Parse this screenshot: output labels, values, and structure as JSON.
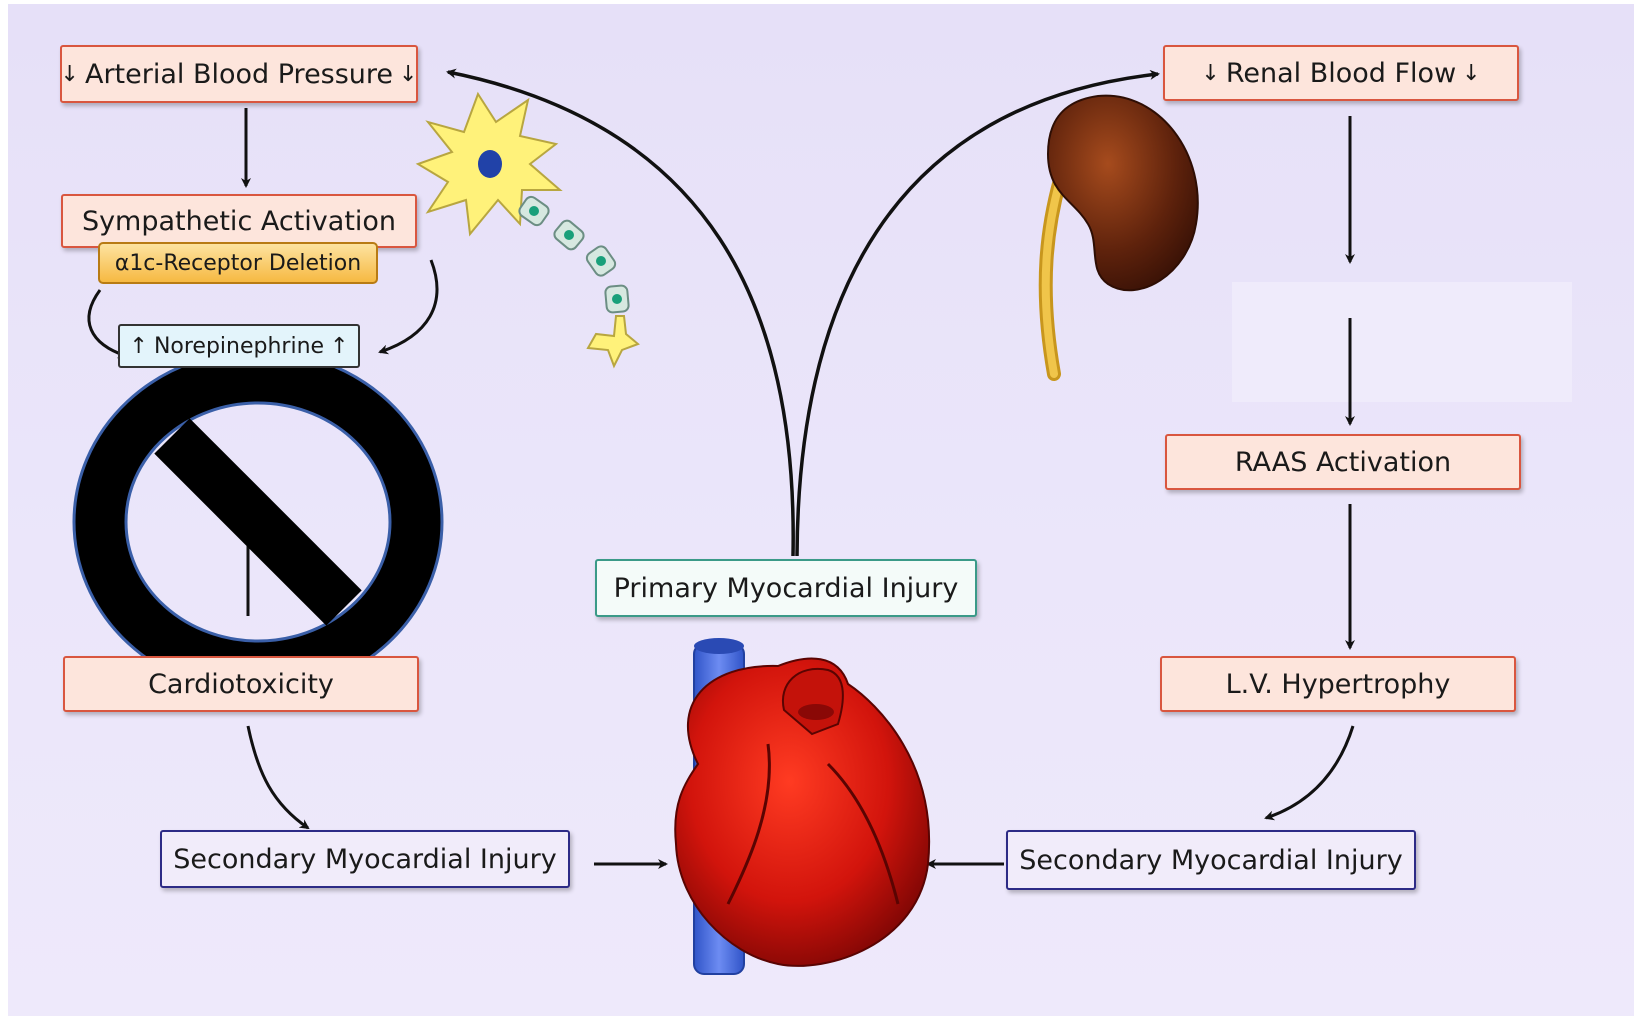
{
  "boxes": {
    "arterial_bp": {
      "label": "Arterial Blood Pressure",
      "prefix": "↓",
      "suffix": "↓"
    },
    "sympathetic": {
      "label": "Sympathetic Activation"
    },
    "receptor": {
      "label": "α1c-Receptor Deletion"
    },
    "norepinephrine": {
      "label": "Norepinephrine",
      "prefix": "↑",
      "suffix": "↑"
    },
    "cardiotoxicity": {
      "label": "Cardiotoxicity"
    },
    "secondary_left": {
      "label": "Secondary Myocardial Injury"
    },
    "primary": {
      "label": "Primary Myocardial Injury"
    },
    "renal_flow": {
      "label": "Renal Blood Flow",
      "prefix": "↓",
      "suffix": "↓"
    },
    "raas": {
      "label": "RAAS Activation"
    },
    "lvh": {
      "label": "L.V. Hypertrophy"
    },
    "secondary_right": {
      "label": "Secondary Myocardial Injury"
    }
  },
  "icons": [
    "neuron-icon",
    "kidney-icon",
    "heart-icon",
    "prohibition-icon"
  ],
  "colors": {
    "background": "#e9e4f9",
    "peach_fill": "#fde5dc",
    "peach_border": "#d9563f",
    "purple_border": "#2d2b86",
    "teal_border": "#3a9a88",
    "heart_red": "#d2140c",
    "vessel_blue": "#4a6fe0",
    "kidney_brown": "#6b2a10",
    "neuron_yellow": "#fff27a"
  }
}
